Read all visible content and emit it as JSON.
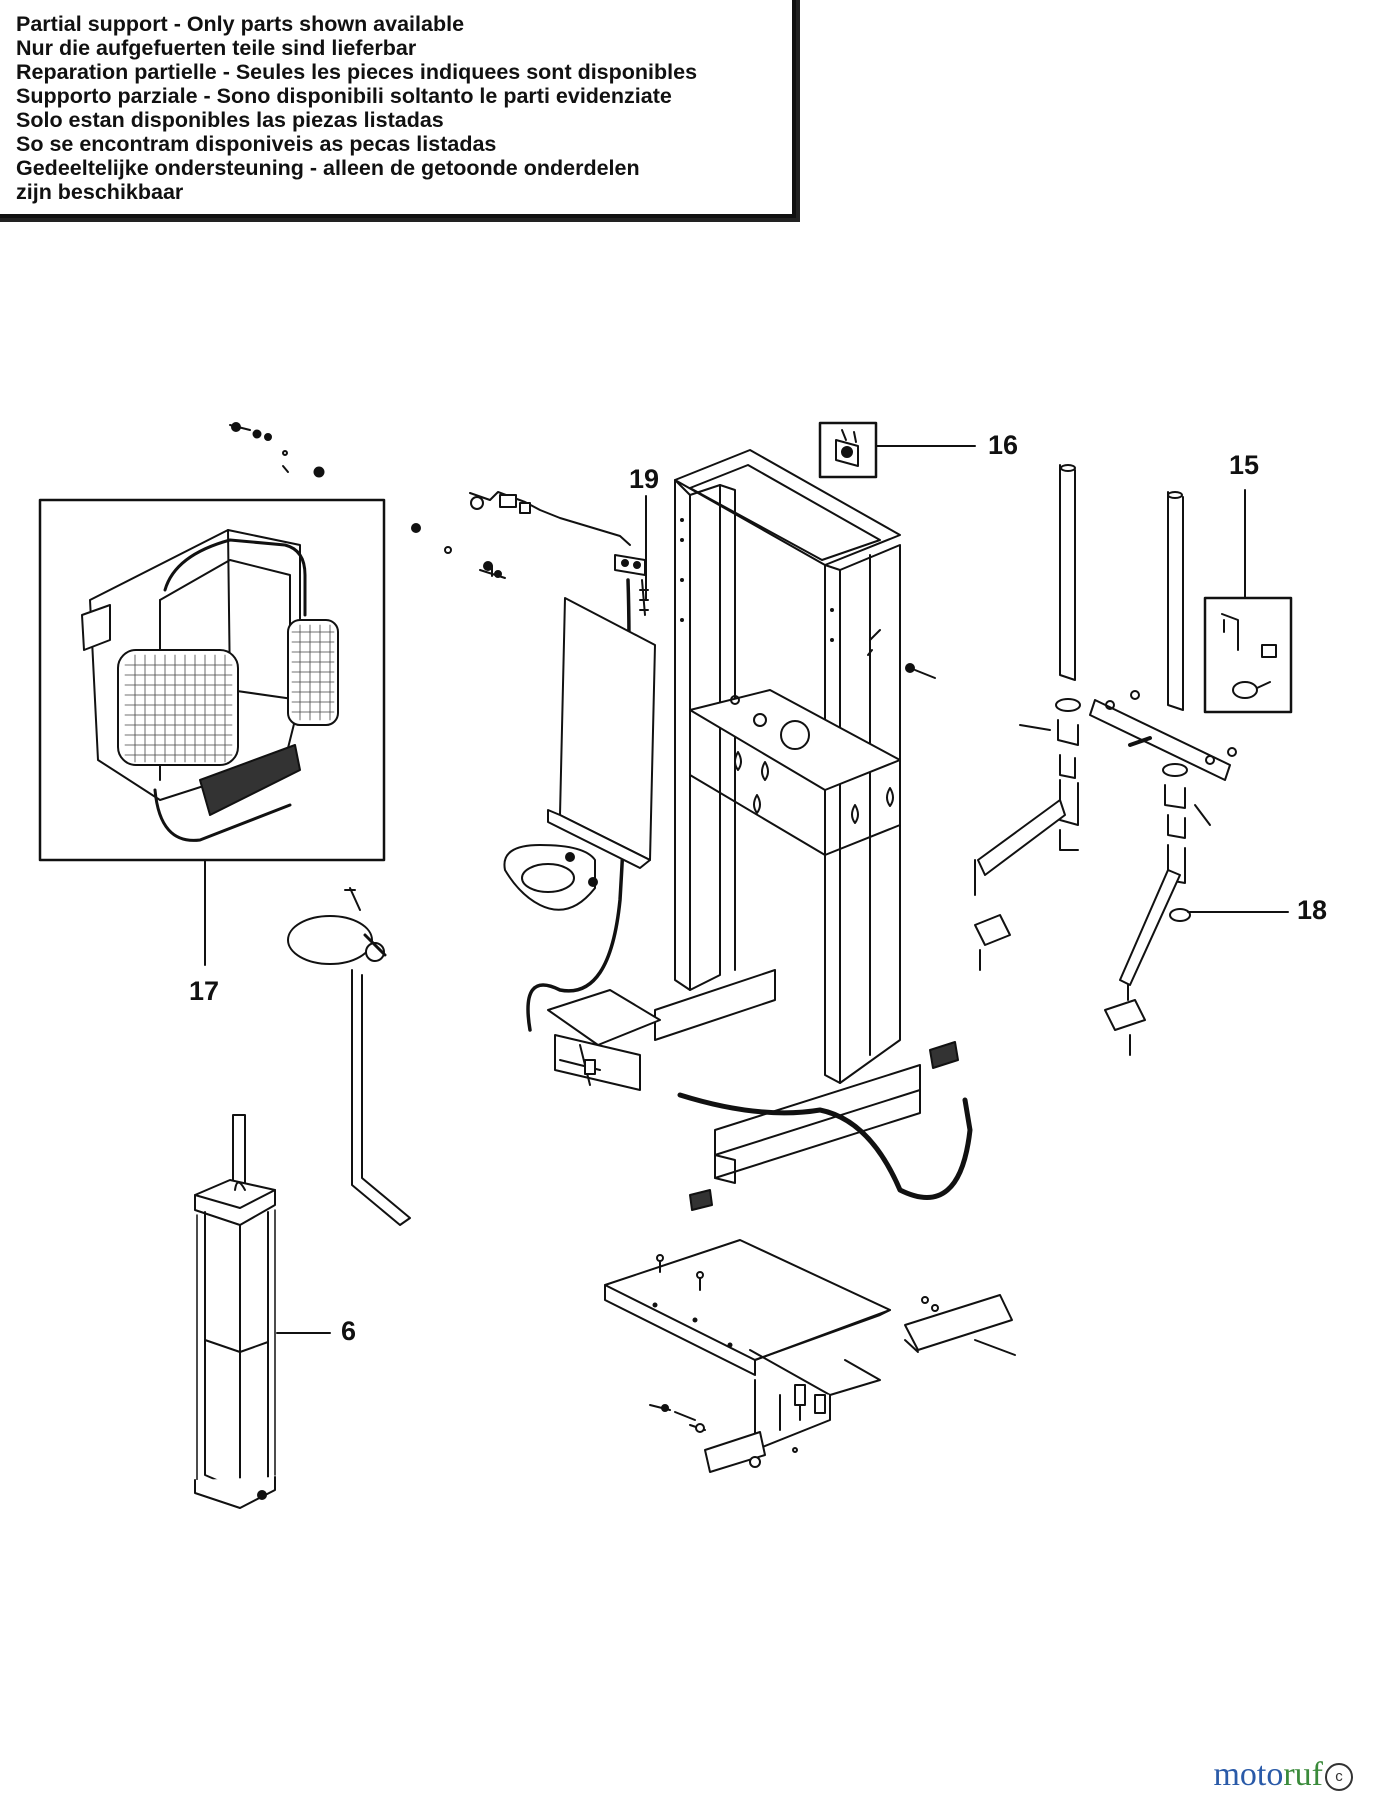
{
  "notice": {
    "lines": [
      "Partial support - Only parts shown available",
      "Nur die aufgefuerten teile sind lieferbar",
      "Reparation partielle - Seules les pieces indiquees sont disponibles",
      "Supporto parziale - Sono disponibili soltanto le parti evidenziate",
      "Solo estan disponibles las piezas listadas",
      "So se encontram disponiveis as pecas listadas",
      "Gedeeltelijke ondersteuning - alleen de getoonde onderdelen",
      "zijn beschikbaar"
    ]
  },
  "callouts": {
    "c16": "16",
    "c15": "15",
    "c19": "19",
    "c17": "17",
    "c18": "18",
    "c6": "6"
  },
  "watermark": {
    "text": "motoruf",
    "part1": "moto",
    "part2": "ruf",
    "seal": "c"
  },
  "colors": {
    "ink": "#111111",
    "watermark_blue": "#2a5aa8",
    "watermark_green": "#3a8a3a"
  }
}
